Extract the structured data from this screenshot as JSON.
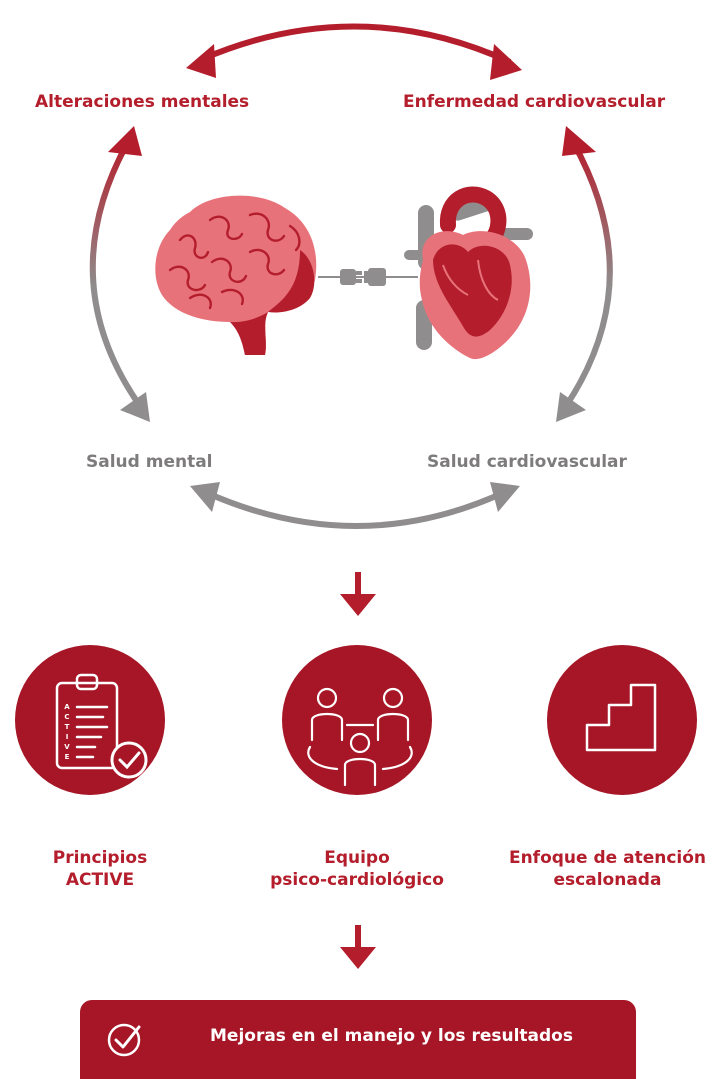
{
  "cycle": {
    "top_left": "Alteraciones mentales",
    "top_right": "Enfermedad cardiovascular",
    "bottom_left": "Salud mental",
    "bottom_right": "Salud cardiovascular"
  },
  "icons": {
    "brain": "brain-icon",
    "heart": "heart-icon",
    "plug": "plug-connector-icon",
    "clipboard": "clipboard-checklist-icon",
    "team": "team-icon",
    "stairs": "stairs-icon",
    "check": "check-circle-icon"
  },
  "clipboard_letters": "ACTIVE",
  "approaches": [
    {
      "line1": "Principios",
      "line2": "ACTIVE"
    },
    {
      "line1": "Equipo",
      "line2": "psico-cardiológico"
    },
    {
      "line1": "Enfoque de atención",
      "line2": "escalonada"
    }
  ],
  "banner": {
    "text": "Mejoras en el manejo y los resultados"
  },
  "colors": {
    "red": "#b41e2c",
    "dark_red": "#a61626",
    "gray": "#8f8d8d"
  }
}
